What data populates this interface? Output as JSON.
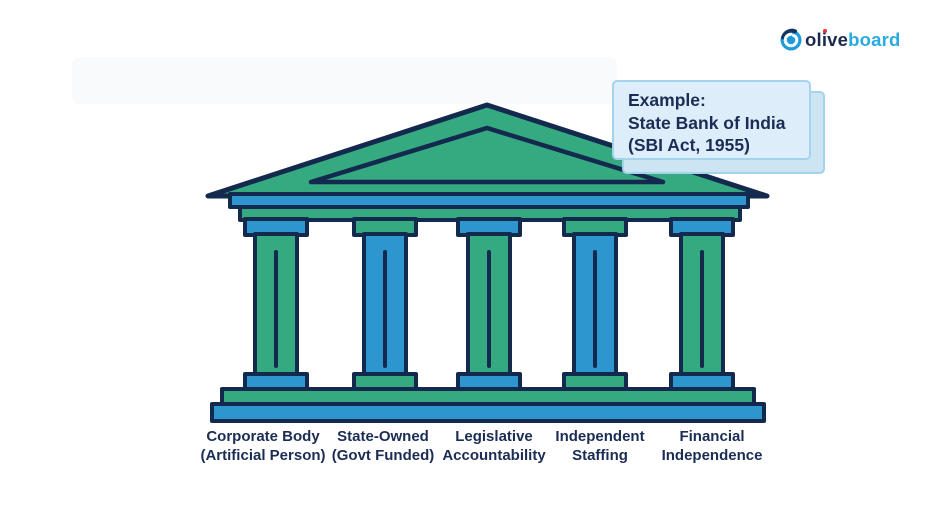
{
  "colors": {
    "green": "#35a97f",
    "blue": "#2d96cf",
    "navy_outline": "#13294e",
    "text_navy": "#1b2d55",
    "callout_fill": "#ddeefa",
    "callout_back_fill": "#cde4f2",
    "callout_border": "#a5d2ec",
    "logo_navy": "#1b2a4a",
    "logo_cyan": "#29aae1",
    "logo_dot_red": "#e8322d"
  },
  "logo": {
    "part1": "olive",
    "part2": "board"
  },
  "callout": {
    "lines": [
      "Example:",
      "State Bank of India",
      "(SBI Act, 1955)"
    ]
  },
  "pillars": [
    {
      "line1": "Corporate Body",
      "line2": "(Artificial Person)"
    },
    {
      "line1": "State-Owned",
      "line2": "(Govt Funded)"
    },
    {
      "line1": "Legislative",
      "line2": "Accountability"
    },
    {
      "line1": "Independent",
      "line2": "Staffing"
    },
    {
      "line1": "Financial",
      "line2": "Independence"
    }
  ]
}
